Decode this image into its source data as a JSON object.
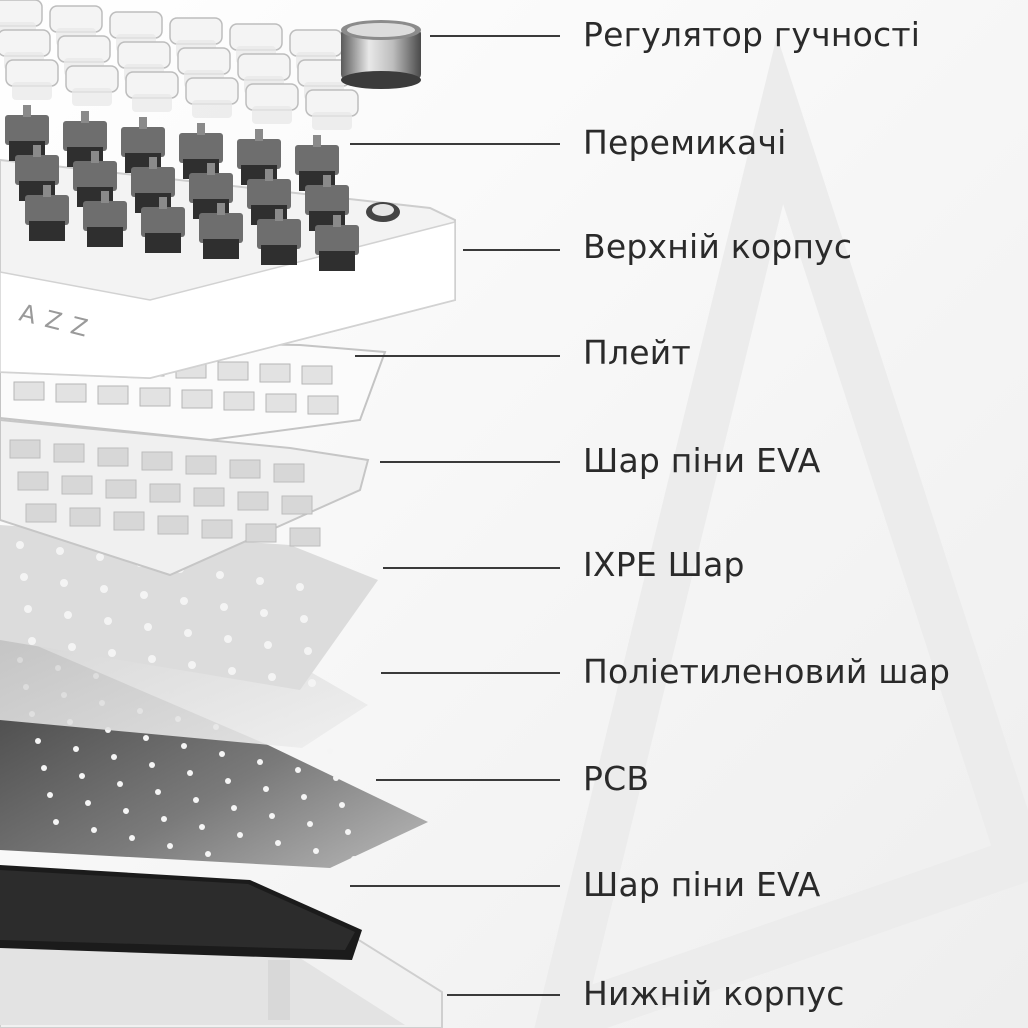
{
  "brand_mark": "AZZ",
  "layers": [
    {
      "label": "Регулятор гучності"
    },
    {
      "label": "Перемикачі"
    },
    {
      "label": "Верхній корпус"
    },
    {
      "label": "Плейт"
    },
    {
      "label": "Шар піни EVA"
    },
    {
      "label": "IXPE Шар"
    },
    {
      "label": "Поліетиленовий шар"
    },
    {
      "label": "PCB"
    },
    {
      "label": "Шар піни EVA"
    },
    {
      "label": "Нижній корпус"
    }
  ]
}
